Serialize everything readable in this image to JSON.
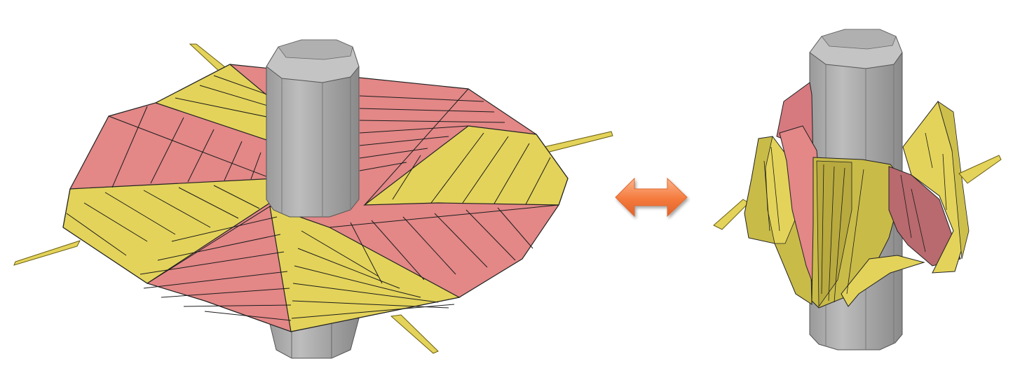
{
  "figure": {
    "left_state": "flat-folding-pattern",
    "right_state": "folded-shape",
    "relation": "two-way-transformation"
  },
  "colors": {
    "background": "#ffffff",
    "panel_yellow": "#e3d35a",
    "panel_pink": "#e38787",
    "column_light": "#b8b8b8",
    "column_mid": "#a3a3a3",
    "column_dark": "#8f8f8f",
    "column_top": "#cccccc",
    "crease_line": "#1c1c1c",
    "arrow_fill": "#f47a3c",
    "arrow_highlight": "#fbb58d"
  },
  "icons": {
    "arrow": "double-headed-arrow-icon",
    "column": "octagonal-column-icon"
  }
}
